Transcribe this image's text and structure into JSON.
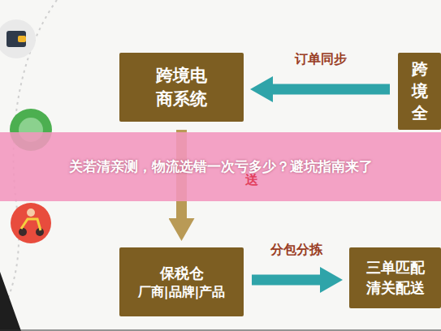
{
  "diagram": {
    "nodes": [
      {
        "text": [
          "跨境电商系统"
        ]
      },
      {
        "text": [
          "跨境 全"
        ]
      },
      {
        "text": [
          "保税仓",
          "厂商|品牌|产品"
        ]
      },
      {
        "text": [
          "三单匹配 清关配送"
        ]
      }
    ],
    "edges": [
      {
        "from": 1,
        "to": 0,
        "label": "订单同步",
        "arrow": "to"
      },
      {
        "from": 0,
        "to": 2,
        "arrow": "to"
      },
      {
        "from": 2,
        "to": 3,
        "label": "分包分拣",
        "arrow": "to"
      }
    ],
    "labels": [
      "关若清亲测，物流选错一次亏多少？避坑指南来了",
      "送"
    ]
  }
}
